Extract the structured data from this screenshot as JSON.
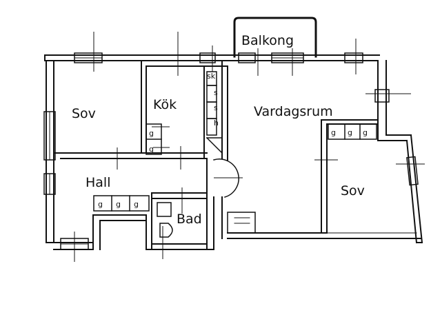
{
  "rooms": {
    "balkong": "Balkong",
    "sov_left": "Sov",
    "kok": "Kök",
    "vardagsrum": "Vardagsrum",
    "hall": "Hall",
    "bad": "Bad",
    "sov_right": "Sov"
  },
  "colors": {
    "ink": "#111111",
    "background": "#ffffff"
  }
}
